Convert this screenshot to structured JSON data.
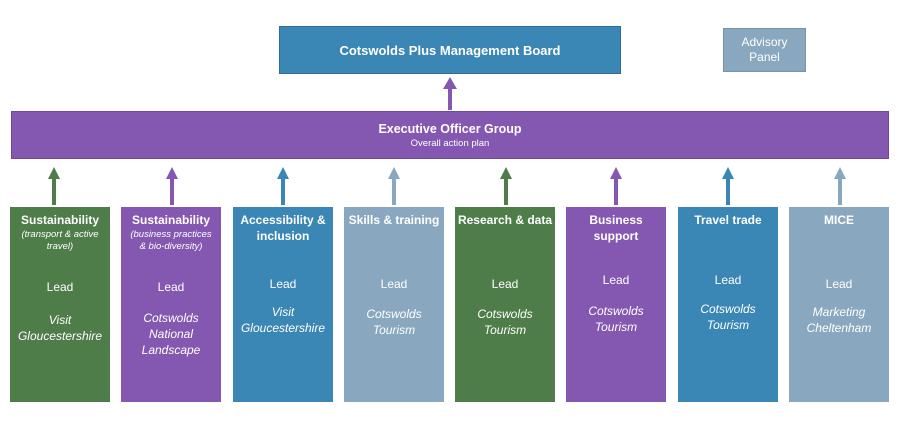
{
  "board": {
    "title": "Cotswolds Plus Management Board"
  },
  "advisory": {
    "line1": "Advisory",
    "line2": "Panel"
  },
  "exec": {
    "title": "Executive Officer Group",
    "subtitle": "Overall action plan"
  },
  "colors": {
    "green": "#4e7d49",
    "purple": "#8458b0",
    "blue": "#3a86b4",
    "grey_blue": "#89a8bf"
  },
  "workstreams": [
    {
      "title": "Sustainability",
      "subtitle_l1": "(transport  & active",
      "subtitle_l2": "travel)",
      "lead": "Lead",
      "org_l1": "Visit",
      "org_l2": "Gloucestershire",
      "org_l3": ""
    },
    {
      "title": "Sustainability",
      "subtitle_l1": "(business practices",
      "subtitle_l2": "& bio-diversity)",
      "lead": "Lead",
      "org_l1": "Cotswolds",
      "org_l2": "National",
      "org_l3": "Landscape"
    },
    {
      "title": "Accessibility &",
      "title_l2": "inclusion",
      "lead": "Lead",
      "org_l1": "Visit",
      "org_l2": "Gloucestershire",
      "org_l3": ""
    },
    {
      "title": "Skills & training",
      "lead": "Lead",
      "org_l1": "Cotswolds",
      "org_l2": "Tourism",
      "org_l3": ""
    },
    {
      "title": "Research & data",
      "lead": "Lead",
      "org_l1": "Cotswolds",
      "org_l2": "Tourism",
      "org_l3": ""
    },
    {
      "title": "Business",
      "title_l2": "support",
      "lead": "Lead",
      "org_l1": "Cotswolds",
      "org_l2": "Tourism",
      "org_l3": ""
    },
    {
      "title": "Travel trade",
      "lead": "Lead",
      "org_l1": "Cotswolds",
      "org_l2": "Tourism",
      "org_l3": ""
    },
    {
      "title": "MICE",
      "lead": "Lead",
      "org_l1": "Marketing",
      "org_l2": "Cheltenham",
      "org_l3": ""
    }
  ]
}
